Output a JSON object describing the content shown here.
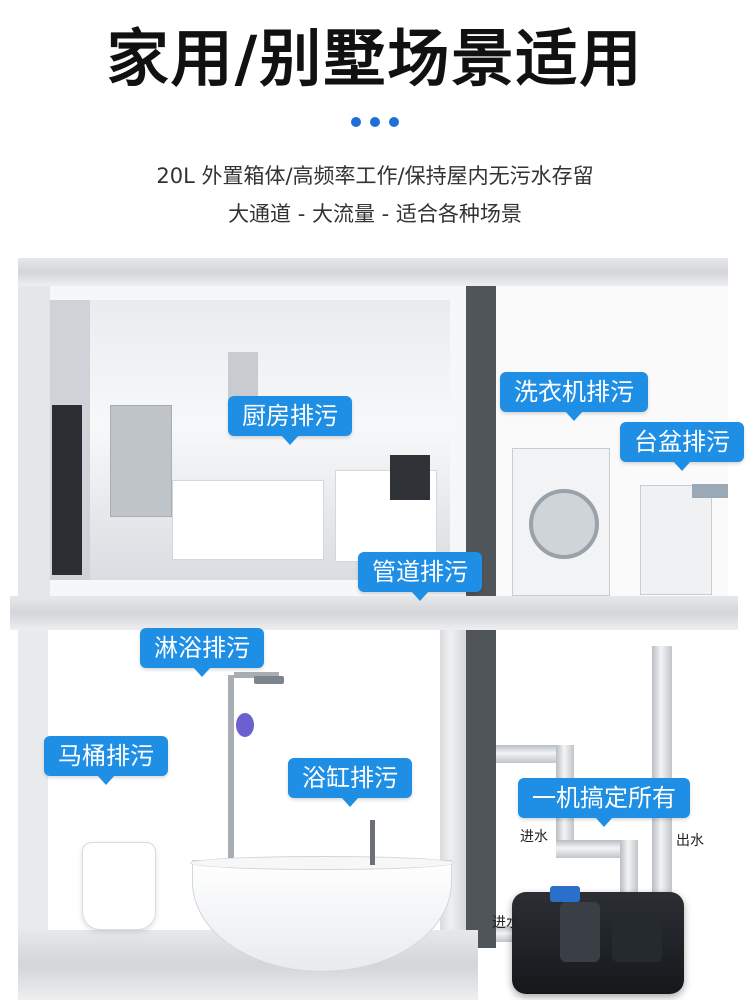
{
  "title": "家用/别墅场景适用",
  "subtitle_line1": "20L 外置箱体/高频率工作/保持屋内无污水存留",
  "subtitle_line2": "大通道 - 大流量 - 适合各种场景",
  "labels": {
    "kitchen": "厨房排污",
    "washer": "洗衣机排污",
    "basin": "台盆排污",
    "pipe": "管道排污",
    "shower": "淋浴排污",
    "toilet": "马桶排污",
    "bathtub": "浴缸排污",
    "all_in_one": "一机搞定所有"
  },
  "flow": {
    "in_upper": "进水",
    "out": "出水",
    "in_lower": "进水"
  },
  "colors": {
    "accent": "#1f8fe6",
    "dots": "#1e6fd9"
  }
}
